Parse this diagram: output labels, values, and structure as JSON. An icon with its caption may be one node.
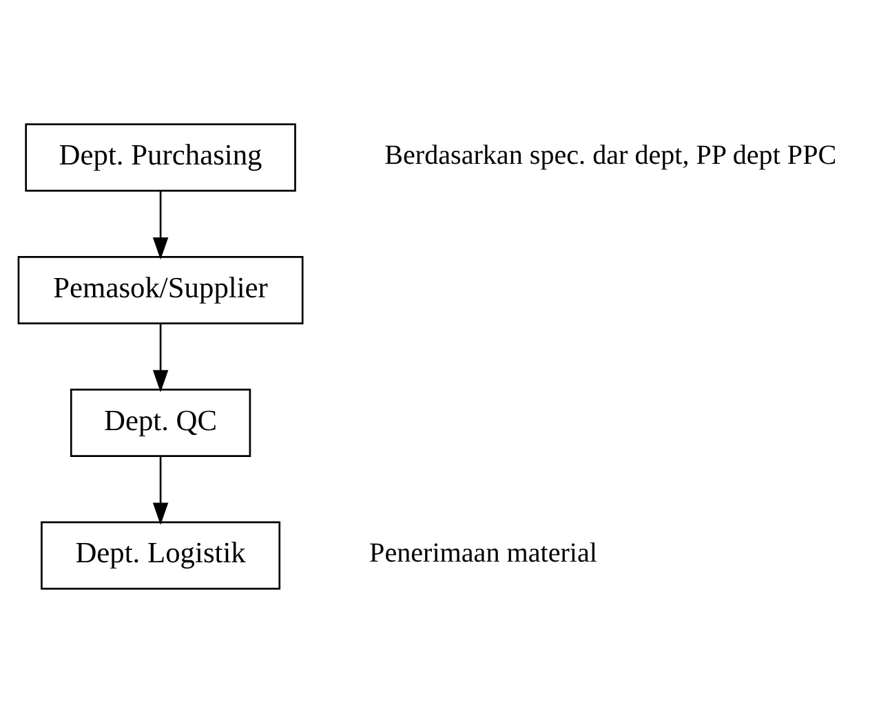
{
  "diagram": {
    "nodes": [
      {
        "text": [
          "Dept. Purchasing"
        ],
        "beside": [
          "Berdasarkan spec. dar dept, PP dept PPC"
        ]
      },
      {
        "text": [
          "Pemasok/Supplier"
        ]
      },
      {
        "text": [
          "Dept. QC"
        ]
      },
      {
        "text": [
          "Dept. Logistik"
        ],
        "beside": [
          "Penerimaan material"
        ]
      }
    ],
    "edges": [
      {
        "from": 0,
        "to": 1,
        "arrow": "to"
      },
      {
        "from": 1,
        "to": 2,
        "arrow": "to"
      },
      {
        "from": 2,
        "to": 3,
        "arrow": "to"
      }
    ]
  }
}
